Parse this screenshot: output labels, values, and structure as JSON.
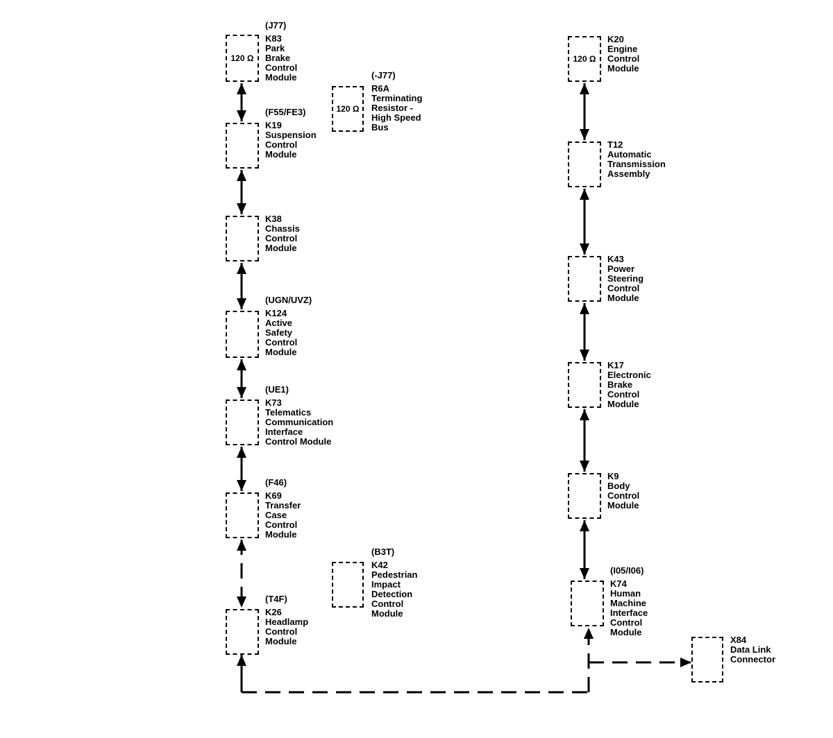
{
  "modules": [
    {
      "id": "k83",
      "option": "(J77)",
      "code": "K83",
      "lines": [
        "Park",
        "Brake",
        "Control",
        "Module"
      ],
      "resistor": "120 Ω"
    },
    {
      "id": "r6a",
      "option": "(-J77)",
      "code": "R6A",
      "lines": [
        "Terminating",
        "Resistor -",
        "High Speed",
        "Bus"
      ],
      "resistor": "120 Ω"
    },
    {
      "id": "k19",
      "option": "(F55/FE3)",
      "code": "K19",
      "lines": [
        "Suspension",
        "Control",
        "Module"
      ]
    },
    {
      "id": "k38",
      "option": "",
      "code": "K38",
      "lines": [
        "Chassis",
        "Control",
        "Module"
      ]
    },
    {
      "id": "k124",
      "option": "(UGN/UVZ)",
      "code": "K124",
      "lines": [
        "Active",
        "Safety",
        "Control",
        "Module"
      ]
    },
    {
      "id": "k73",
      "option": "(UE1)",
      "code": "K73",
      "lines": [
        "Telematics",
        "Communication",
        "Interface",
        "Control Module"
      ]
    },
    {
      "id": "k69",
      "option": "(F46)",
      "code": "K69",
      "lines": [
        "Transfer",
        "Case",
        "Control",
        "Module"
      ]
    },
    {
      "id": "k42",
      "option": "(B3T)",
      "code": "K42",
      "lines": [
        "Pedestrian",
        "Impact",
        "Detection",
        "Control",
        "Module"
      ]
    },
    {
      "id": "k26",
      "option": "(T4F)",
      "code": "K26",
      "lines": [
        "Headlamp",
        "Control",
        "Module"
      ]
    },
    {
      "id": "k20",
      "option": "",
      "code": "K20",
      "lines": [
        "Engine",
        "Control",
        "Module"
      ],
      "resistor": "120 Ω"
    },
    {
      "id": "t12",
      "option": "",
      "code": "T12",
      "lines": [
        "Automatic",
        "Transmission",
        "Assembly"
      ]
    },
    {
      "id": "k43",
      "option": "",
      "code": "K43",
      "lines": [
        "Power",
        "Steering",
        "Control",
        "Module"
      ]
    },
    {
      "id": "k17",
      "option": "",
      "code": "K17",
      "lines": [
        "Electronic",
        "Brake",
        "Control",
        "Module"
      ]
    },
    {
      "id": "k9",
      "option": "",
      "code": "K9",
      "lines": [
        "Body",
        "Control",
        "Module"
      ]
    },
    {
      "id": "k74",
      "option": "(I05/I06)",
      "code": "K74",
      "lines": [
        "Human",
        "Machine",
        "Interface",
        "Control",
        "Module"
      ]
    },
    {
      "id": "x84",
      "option": "",
      "code": "X84",
      "lines": [
        "Data Link",
        "Connector"
      ]
    }
  ]
}
